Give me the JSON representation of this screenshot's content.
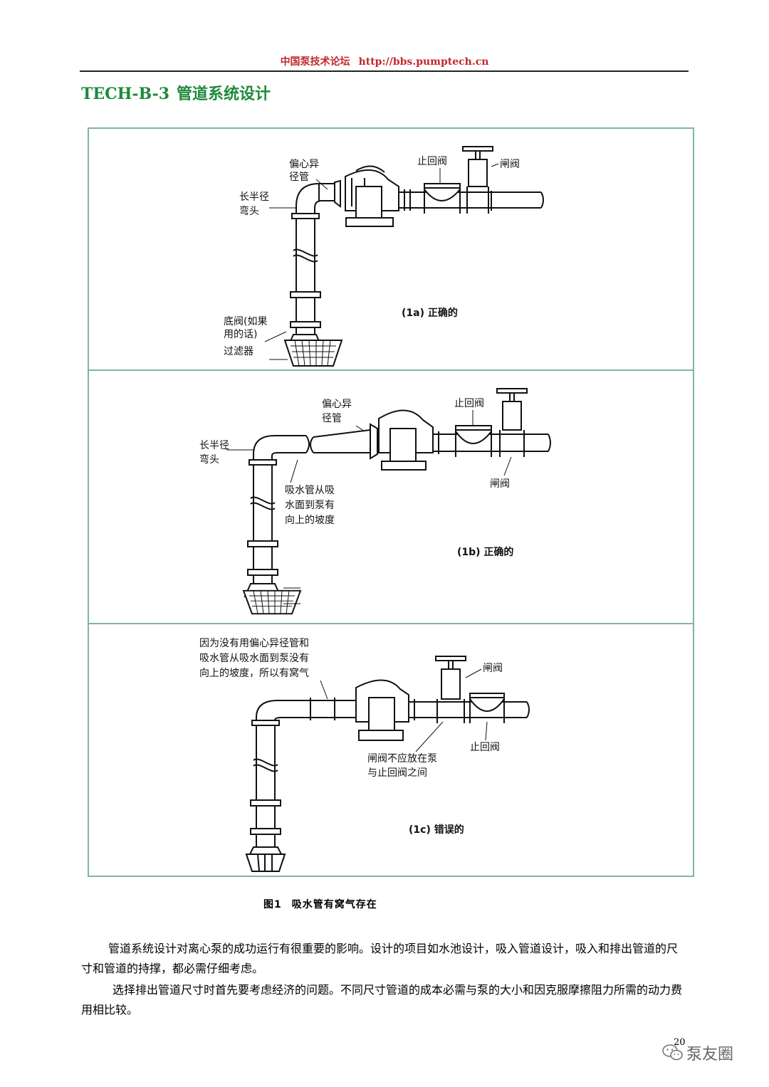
{
  "header": {
    "site_name": "中国泵技术论坛",
    "url": "http://bbs.pumptech.cn"
  },
  "section": {
    "code": "TECH-B-3",
    "title": "管道系统设计"
  },
  "figure": {
    "panel_a": {
      "labels": {
        "eccentric_reducer_1": "偏心异",
        "eccentric_reducer_2": "径管",
        "check_valve": "止回阀",
        "gate_valve": "闸阀",
        "long_elbow_1": "长半径",
        "long_elbow_2": "弯头",
        "foot_valve_1": "底阀(如果",
        "foot_valve_2": "用的话)",
        "strainer": "过滤器"
      },
      "caption": "(1a) 正确的"
    },
    "panel_b": {
      "labels": {
        "eccentric_reducer_1": "偏心异",
        "eccentric_reducer_2": "径管",
        "check_valve": "止回阀",
        "long_elbow_1": "长半径",
        "long_elbow_2": "弯头",
        "slope_1": "吸水管从吸",
        "slope_2": "水面到泵有",
        "slope_3": "向上的坡度",
        "gate_valve": "闸阀"
      },
      "caption": "(1b) 正确的"
    },
    "panel_c": {
      "labels": {
        "note_1": "因为没有用偏心异径管和",
        "note_2": "吸水管从吸水面到泵没有",
        "note_3": "向上的坡度，所以有窝气",
        "gate_valve": "闸阀",
        "check_valve": "止回阀",
        "wrong_1": "闸阀不应放在泵",
        "wrong_2": "与止回阀之间"
      },
      "caption": "(1c) 错误的"
    },
    "caption_number": "图1",
    "caption_text": "吸水管有窝气存在"
  },
  "body": {
    "paragraph_1": "管道系统设计对离心泵的成功运行有很重要的影响。设计的项目如水池设计，吸入管道设计，吸入和排出管道的尺寸和管道的持撑，都必需仔细考虑。",
    "paragraph_2": "选择排出管道尺寸时首先要考虑经济的问题。不同尺寸管道的成本必需与泵的大小和因克服摩擦阻力所需的动力费用相比较。"
  },
  "footer": {
    "page_number": "20",
    "watermark": "泵友圈"
  },
  "colors": {
    "header_red": "#c0282d",
    "title_green": "#1e8a3c",
    "frame_green": "#7fb79a"
  },
  "icons": [
    "wechat-icon"
  ]
}
